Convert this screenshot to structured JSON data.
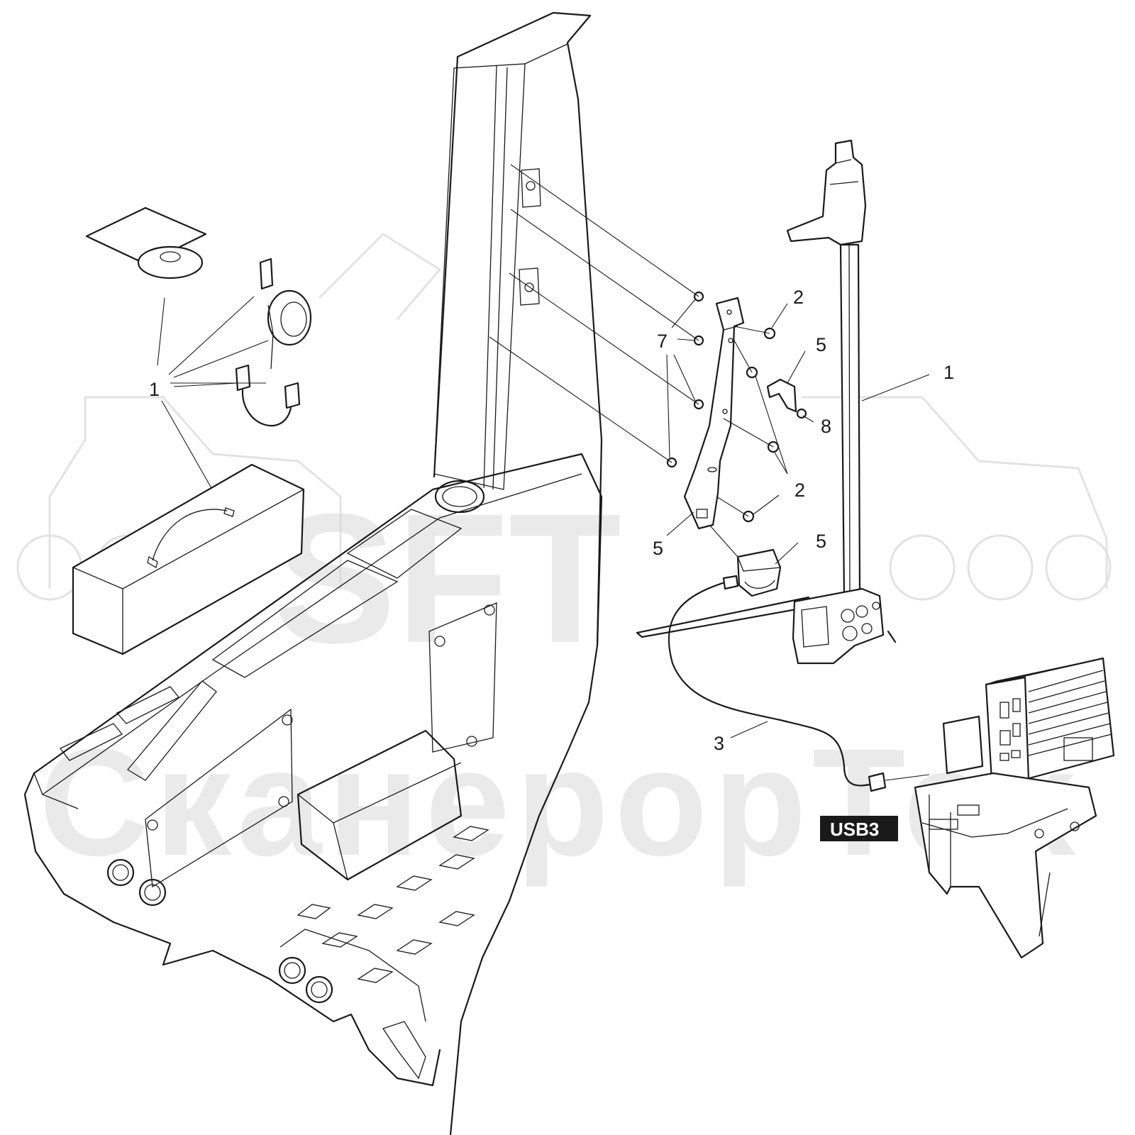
{
  "watermark": {
    "logo_text": "SFT",
    "brand_text": "СканерорТех"
  },
  "callouts": {
    "c1_kit": "1",
    "c1_column": "1",
    "c2_top": "2",
    "c2_bottom": "2",
    "c3": "3",
    "c5_clip": "5",
    "c5_plate": "5",
    "c5_cup": "5",
    "c7": "7",
    "c8": "8"
  },
  "badge": {
    "label": "USB3",
    "bg_color": "#1a1a1a",
    "text_color": "#ffffff"
  }
}
